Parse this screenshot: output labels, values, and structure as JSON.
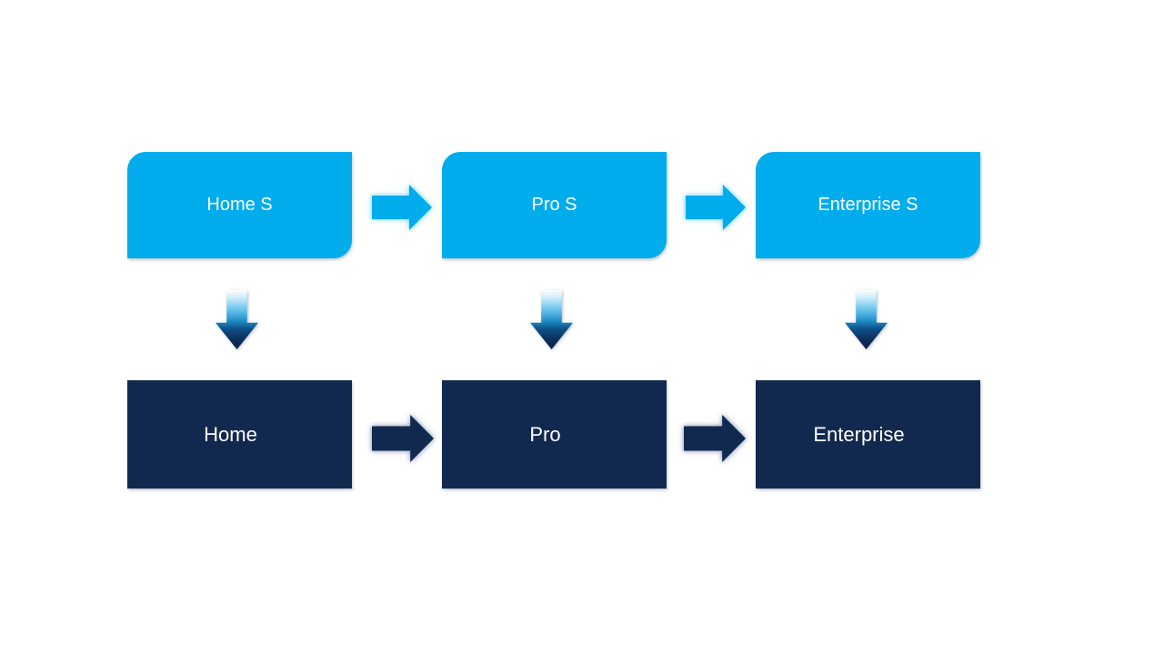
{
  "diagram": {
    "type": "process-upgrade-flow",
    "background": "#FFFFFF",
    "colors": {
      "top_box_fill": "#00ACEC",
      "bottom_box_fill": "#12294F",
      "label_text": "#FFFFFF",
      "h_arrow_top": "#00ACEC",
      "h_arrow_bottom": "#12294F",
      "v_arrow_gradient_top": "#FDFEFF",
      "v_arrow_gradient_mid": "#1E8DC8",
      "v_arrow_gradient_bottom": "#0B2347"
    },
    "columns": [
      {
        "id": "home",
        "top_label": "Home S",
        "bottom_label": "Home"
      },
      {
        "id": "pro",
        "top_label": "Pro S",
        "bottom_label": "Pro"
      },
      {
        "id": "enterprise",
        "top_label": "Enterprise S",
        "bottom_label": "Enterprise"
      }
    ],
    "icons": {
      "right_arrow": "right-block-arrow",
      "down_arrow": "down-block-arrow"
    }
  }
}
